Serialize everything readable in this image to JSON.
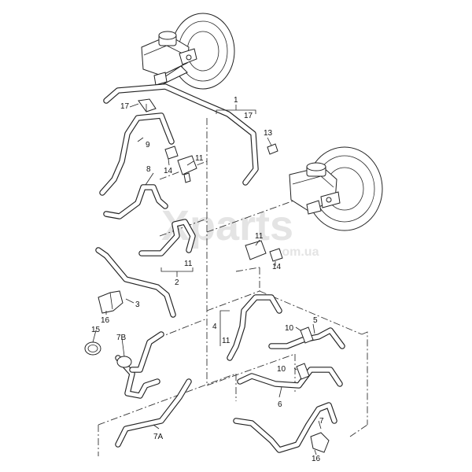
{
  "watermark": {
    "brand": "Xparts",
    "domain": ".com.ua"
  },
  "callouts": [
    {
      "id": "c1",
      "text": "1"
    },
    {
      "id": "c17a",
      "text": "17"
    },
    {
      "id": "c17b",
      "text": "17"
    },
    {
      "id": "c9",
      "text": "9"
    },
    {
      "id": "c13",
      "text": "13"
    },
    {
      "id": "c8",
      "text": "8"
    },
    {
      "id": "c14a",
      "text": "14"
    },
    {
      "id": "c11a",
      "text": "11"
    },
    {
      "id": "c11b",
      "text": "11"
    },
    {
      "id": "c14b",
      "text": "14"
    },
    {
      "id": "c11c",
      "text": "11"
    },
    {
      "id": "c2",
      "text": "2"
    },
    {
      "id": "c3",
      "text": "3"
    },
    {
      "id": "c16a",
      "text": "16"
    },
    {
      "id": "c15",
      "text": "15"
    },
    {
      "id": "c7B",
      "text": "7B"
    },
    {
      "id": "c4",
      "text": "4"
    },
    {
      "id": "c11d",
      "text": "11"
    },
    {
      "id": "c5",
      "text": "5"
    },
    {
      "id": "c10a",
      "text": "10"
    },
    {
      "id": "c10b",
      "text": "10"
    },
    {
      "id": "c6",
      "text": "6"
    },
    {
      "id": "c7A",
      "text": "7A"
    },
    {
      "id": "c7",
      "text": "7"
    },
    {
      "id": "c16b",
      "text": "16"
    }
  ]
}
